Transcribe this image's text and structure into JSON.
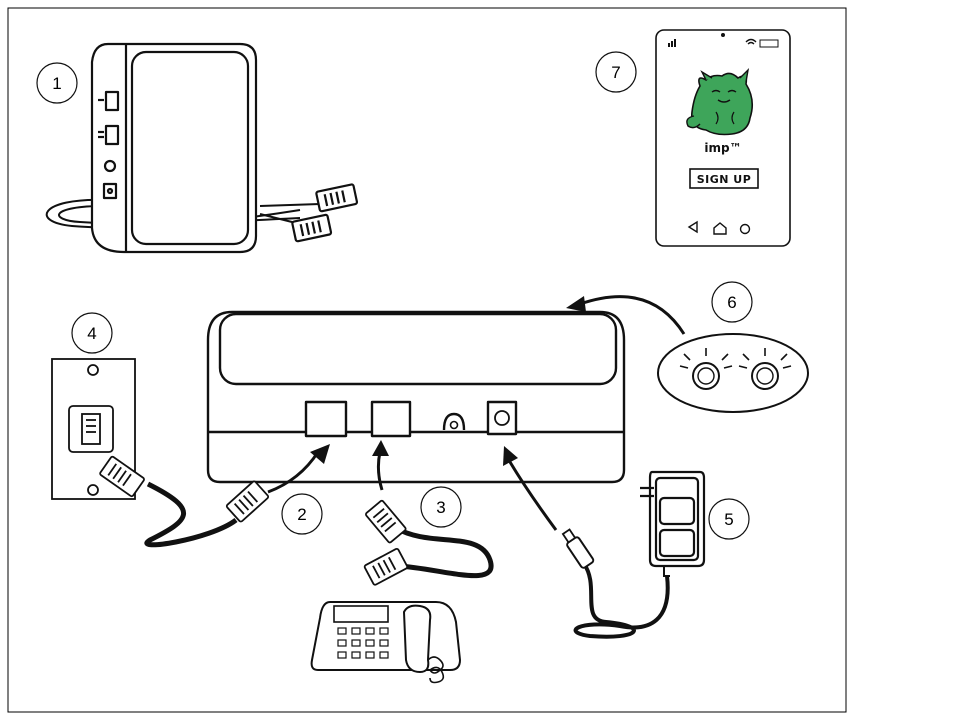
{
  "callouts": [
    "1",
    "2",
    "3",
    "4",
    "5",
    "6",
    "7"
  ],
  "phone_screen": {
    "brand": "imp™",
    "button_label": "SIGN UP"
  },
  "colors": {
    "line": "#111111",
    "mascot": "#3ea55a",
    "background": "#ffffff"
  },
  "icons": [
    "wifi-router-icon",
    "wall-phone-jack-icon",
    "power-adapter-icon",
    "indicator-lights-icon",
    "smartphone-icon",
    "desk-telephone-icon",
    "hub-device-icon"
  ]
}
